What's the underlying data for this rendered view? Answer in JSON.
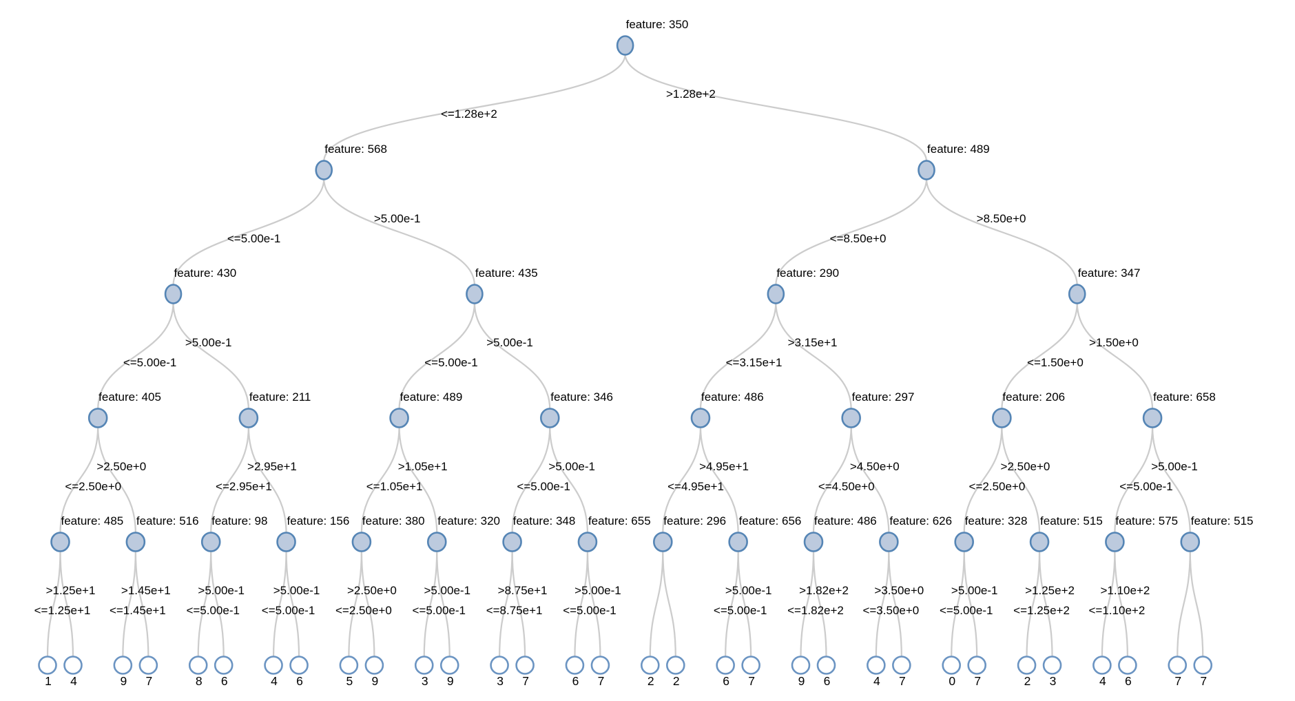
{
  "diagram": {
    "type": "binary-decision-tree",
    "colors": {
      "background": "#ffffff",
      "edge": "#cccccc",
      "node_fill": "#bccade",
      "node_stroke": "#5585b5",
      "leaf_fill": "#ffffff",
      "leaf_stroke": "#6b94c2",
      "text": "#000000"
    },
    "tree": {
      "label": "feature: 350",
      "le": "<=1.28e+2",
      "gt": ">1.28e+2",
      "children": [
        {
          "label": "feature: 568",
          "le": "<=5.00e-1",
          "gt": ">5.00e-1",
          "children": [
            {
              "label": "feature: 430",
              "le": "<=5.00e-1",
              "gt": ">5.00e-1",
              "children": [
                {
                  "label": "feature: 405",
                  "le": "<=2.50e+0",
                  "gt": ">2.50e+0",
                  "children": [
                    {
                      "label": "feature: 485",
                      "le": "<=1.25e+1",
                      "gt": ">1.25e+1",
                      "children": [
                        {
                          "value": "1"
                        },
                        {
                          "value": "4"
                        }
                      ]
                    },
                    {
                      "label": "feature: 516",
                      "le": "<=1.45e+1",
                      "gt": ">1.45e+1",
                      "children": [
                        {
                          "value": "9"
                        },
                        {
                          "value": "7"
                        }
                      ]
                    }
                  ]
                },
                {
                  "label": "feature: 211",
                  "le": "<=2.95e+1",
                  "gt": ">2.95e+1",
                  "children": [
                    {
                      "label": "feature: 98",
                      "le": "<=5.00e-1",
                      "gt": ">5.00e-1",
                      "children": [
                        {
                          "value": "8"
                        },
                        {
                          "value": "6"
                        }
                      ]
                    },
                    {
                      "label": "feature: 156",
                      "le": "<=5.00e-1",
                      "gt": ">5.00e-1",
                      "children": [
                        {
                          "value": "4"
                        },
                        {
                          "value": "6"
                        }
                      ]
                    }
                  ]
                }
              ]
            },
            {
              "label": "feature: 435",
              "le": "<=5.00e-1",
              "gt": ">5.00e-1",
              "children": [
                {
                  "label": "feature: 489",
                  "le": "<=1.05e+1",
                  "gt": ">1.05e+1",
                  "children": [
                    {
                      "label": "feature: 380",
                      "le": "<=2.50e+0",
                      "gt": ">2.50e+0",
                      "children": [
                        {
                          "value": "5"
                        },
                        {
                          "value": "9"
                        }
                      ]
                    },
                    {
                      "label": "feature: 320",
                      "le": "<=5.00e-1",
                      "gt": ">5.00e-1",
                      "children": [
                        {
                          "value": "3"
                        },
                        {
                          "value": "9"
                        }
                      ]
                    }
                  ]
                },
                {
                  "label": "feature: 346",
                  "le": "<=5.00e-1",
                  "gt": ">5.00e-1",
                  "children": [
                    {
                      "label": "feature: 348",
                      "le": "<=8.75e+1",
                      "gt": ">8.75e+1",
                      "children": [
                        {
                          "value": "3"
                        },
                        {
                          "value": "7"
                        }
                      ]
                    },
                    {
                      "label": "feature: 655",
                      "le": "<=5.00e-1",
                      "gt": ">5.00e-1",
                      "children": [
                        {
                          "value": "6"
                        },
                        {
                          "value": "7"
                        }
                      ]
                    }
                  ]
                }
              ]
            }
          ]
        },
        {
          "label": "feature: 489",
          "le": "<=8.50e+0",
          "gt": ">8.50e+0",
          "children": [
            {
              "label": "feature: 290",
              "le": "<=3.15e+1",
              "gt": ">3.15e+1",
              "children": [
                {
                  "label": "feature: 486",
                  "le": "<=4.95e+1",
                  "gt": ">4.95e+1",
                  "children": [
                    {
                      "label": "feature: 296",
                      "le": null,
                      "gt": null,
                      "children": [
                        {
                          "value": "2"
                        },
                        {
                          "value": "2"
                        }
                      ]
                    },
                    {
                      "label": "feature: 656",
                      "le": "<=5.00e-1",
                      "gt": ">5.00e-1",
                      "children": [
                        {
                          "value": "6"
                        },
                        {
                          "value": "7"
                        }
                      ]
                    }
                  ]
                },
                {
                  "label": "feature: 297",
                  "le": "<=4.50e+0",
                  "gt": ">4.50e+0",
                  "children": [
                    {
                      "label": "feature: 486",
                      "le": "<=1.82e+2",
                      "gt": ">1.82e+2",
                      "children": [
                        {
                          "value": "9"
                        },
                        {
                          "value": "6"
                        }
                      ]
                    },
                    {
                      "label": "feature: 626",
                      "le": "<=3.50e+0",
                      "gt": ">3.50e+0",
                      "children": [
                        {
                          "value": "4"
                        },
                        {
                          "value": "7"
                        }
                      ]
                    }
                  ]
                }
              ]
            },
            {
              "label": "feature: 347",
              "le": "<=1.50e+0",
              "gt": ">1.50e+0",
              "children": [
                {
                  "label": "feature: 206",
                  "le": "<=2.50e+0",
                  "gt": ">2.50e+0",
                  "children": [
                    {
                      "label": "feature: 328",
                      "le": "<=5.00e-1",
                      "gt": ">5.00e-1",
                      "children": [
                        {
                          "value": "0"
                        },
                        {
                          "value": "7"
                        }
                      ]
                    },
                    {
                      "label": "feature: 515",
                      "le": "<=1.25e+2",
                      "gt": ">1.25e+2",
                      "children": [
                        {
                          "value": "2"
                        },
                        {
                          "value": "3"
                        }
                      ]
                    }
                  ]
                },
                {
                  "label": "feature: 658",
                  "le": "<=5.00e-1",
                  "gt": ">5.00e-1",
                  "children": [
                    {
                      "label": "feature: 575",
                      "le": "<=1.10e+2",
                      "gt": ">1.10e+2",
                      "children": [
                        {
                          "value": "4"
                        },
                        {
                          "value": "6"
                        }
                      ]
                    },
                    {
                      "label": "feature: 515",
                      "le": null,
                      "gt": null,
                      "children": [
                        {
                          "value": "7"
                        },
                        {
                          "value": "7"
                        }
                      ]
                    }
                  ]
                }
              ]
            }
          ]
        }
      ]
    }
  }
}
